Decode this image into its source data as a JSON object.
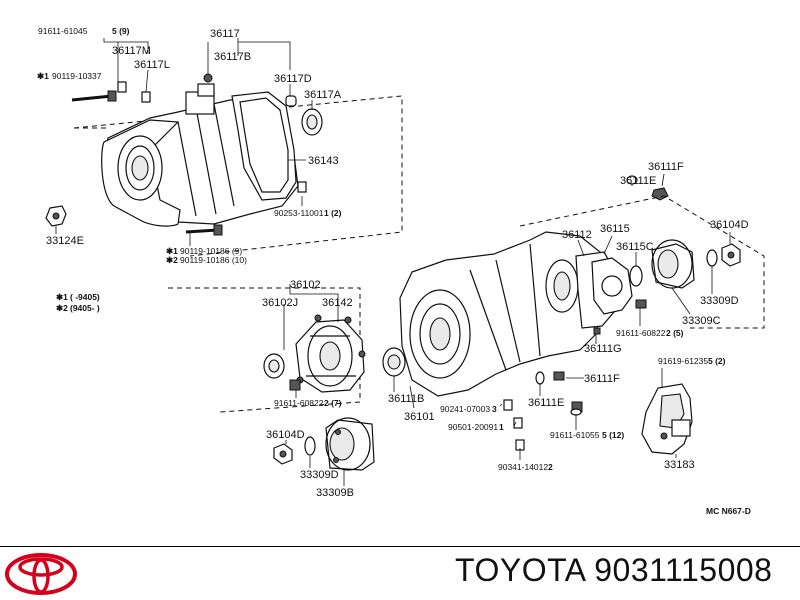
{
  "labels": {
    "l1": "91611-61045",
    "l1b": "5 (9)",
    "l2": "36117",
    "l3": "36117M",
    "l4": "36117L",
    "l5": "36117B",
    "l6": "90119-10337",
    "l7": "36117D",
    "l8": "36117A",
    "l9": "36143",
    "l10": "90253-11001",
    "l10b": "1 (2)",
    "l11": "33124E",
    "l12": "90119-10186 (9)",
    "l13": "90119-10186 (10)",
    "l14": "(      -9405)",
    "l15": "(9405-       )",
    "l16": "36102",
    "l17": "36102J",
    "l18": "36142",
    "l19": "91611-60822",
    "l19b": "2 (7)",
    "l20": "36104D",
    "l21": "33309D",
    "l22": "33309B",
    "l23": "36111B",
    "l24": "36101",
    "l25": "90241-07003",
    "l25b": "3",
    "l26": "90501-20091",
    "l26b": "1",
    "l27": "90341-14012",
    "l27b": "2",
    "l28": "36111E",
    "l29": "36111F",
    "l30": "36111F",
    "l31": "36111E",
    "l32": "36112",
    "l33": "36115",
    "l34": "36115C",
    "l35": "36104D",
    "l36": "33309D",
    "l37": "33309C",
    "l38": "91611-60822",
    "l38b": "2 (5)",
    "l39": "36111G",
    "l40": "91619-61235",
    "l40b": "5 (2)",
    "l41": "91611-61055",
    "l41b": "5 (12)",
    "l42": "33183",
    "l43": "MC  N667-D"
  },
  "footer": {
    "brand_text": "TOYOTA 9031115008"
  },
  "colors": {
    "logo": "#d6001c"
  }
}
